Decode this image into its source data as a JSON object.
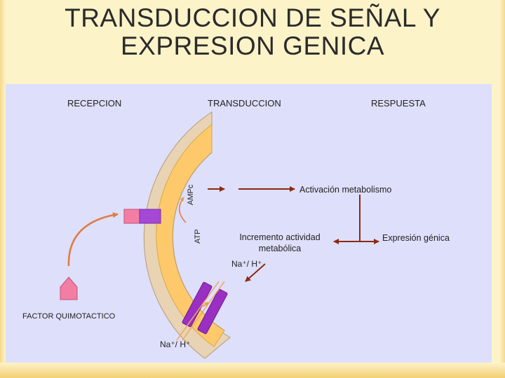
{
  "title": {
    "line1": "TRANSDUCCION DE SEÑAL Y",
    "line2": "EXPRESION GENICA"
  },
  "headers": {
    "reception": "RECEPCION",
    "transduction": "TRANSDUCCION",
    "response": "RESPUESTA"
  },
  "labels": {
    "campc": "AMPc",
    "atp": "ATP",
    "metabolism_activation": "Activación metabolismo",
    "metabolic_increase_line1": "Incremento actividad",
    "metabolic_increase_line2": "metabólica",
    "gene_expression": "Expresión génica",
    "ion_inner": "Na⁺/ H⁺",
    "ion_outer": "Na⁺/ H⁺",
    "chemotactic_factor": "FACTOR QUIMOTACTICO"
  },
  "colors": {
    "background": "#fdf3c9",
    "panel": "#dedffa",
    "membrane_outer": "#e8d4b4",
    "membrane_inner": "#fdc96b",
    "arrow_dark_red": "#8b2a10",
    "receptor_pink": "#f27fa3",
    "ion_channel_purple": "#9b2fc4"
  }
}
